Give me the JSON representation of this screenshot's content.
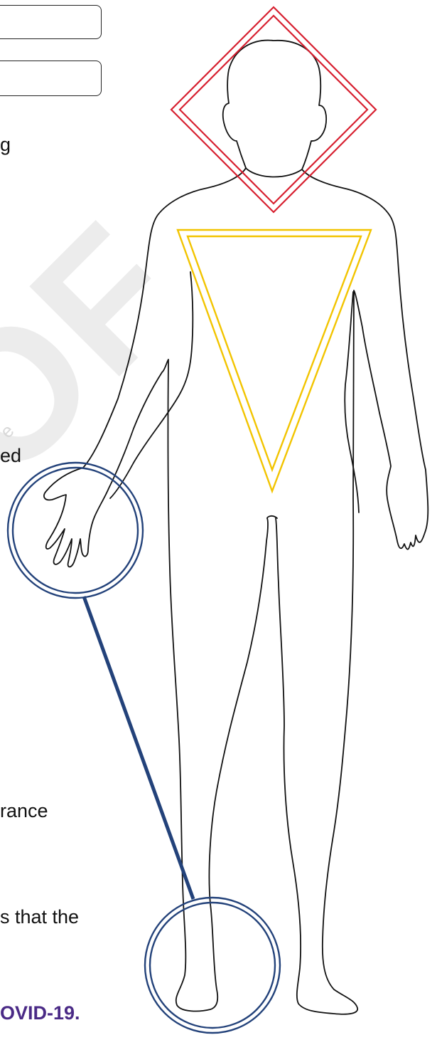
{
  "form": {
    "field_1_value": "",
    "field_2_value": ""
  },
  "text_fragments": {
    "fragment_1": "g",
    "fragment_2": "ed",
    "fragment_3": "rance",
    "fragment_4": "s that the",
    "fragment_5": "OVID-19."
  },
  "watermark": {
    "large": "OF",
    "small": "e"
  },
  "diagram": {
    "regions": [
      {
        "shape": "diamond",
        "color": "#d71f2f"
      },
      {
        "shape": "triangle",
        "color": "#f2c400"
      },
      {
        "shape": "circle-hand",
        "color": "#23427a"
      },
      {
        "shape": "circle-foot",
        "color": "#23427a"
      }
    ],
    "connector_color": "#23427a",
    "outline_color": "#111111"
  },
  "colors": {
    "emphasis_text": "#4a2a86"
  }
}
